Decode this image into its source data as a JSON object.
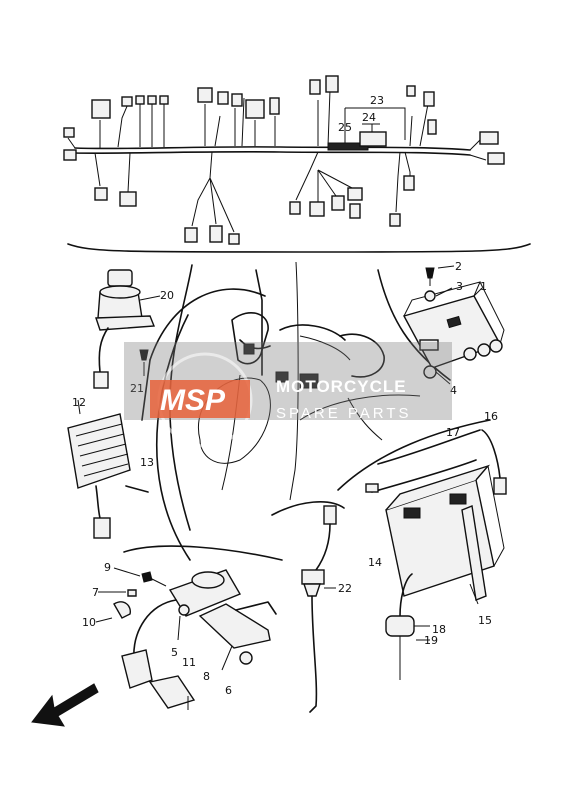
{
  "callouts": {
    "c1": "1",
    "c2": "2",
    "c3": "3",
    "c4": "4",
    "c5": "5",
    "c6": "6",
    "c7": "7",
    "c8": "8",
    "c9": "9",
    "c10": "10",
    "c11": "11",
    "c12": "12",
    "c13": "13",
    "c14": "14",
    "c15": "15",
    "c16": "16",
    "c17": "17",
    "c18": "18",
    "c19": "19",
    "c20": "20",
    "c21": "21",
    "c22": "22",
    "c23": "23",
    "c24": "24",
    "c25": "25"
  },
  "watermark": {
    "logo": "MSP",
    "title": "MOTORCYCLE",
    "subtitle": "SPARE PARTS",
    "colors": {
      "logo": "#e8623a",
      "band": "#8a8a8a",
      "text": "#ffffff"
    }
  },
  "icons": {
    "direction_arrow": "front-direction-arrow-icon"
  }
}
